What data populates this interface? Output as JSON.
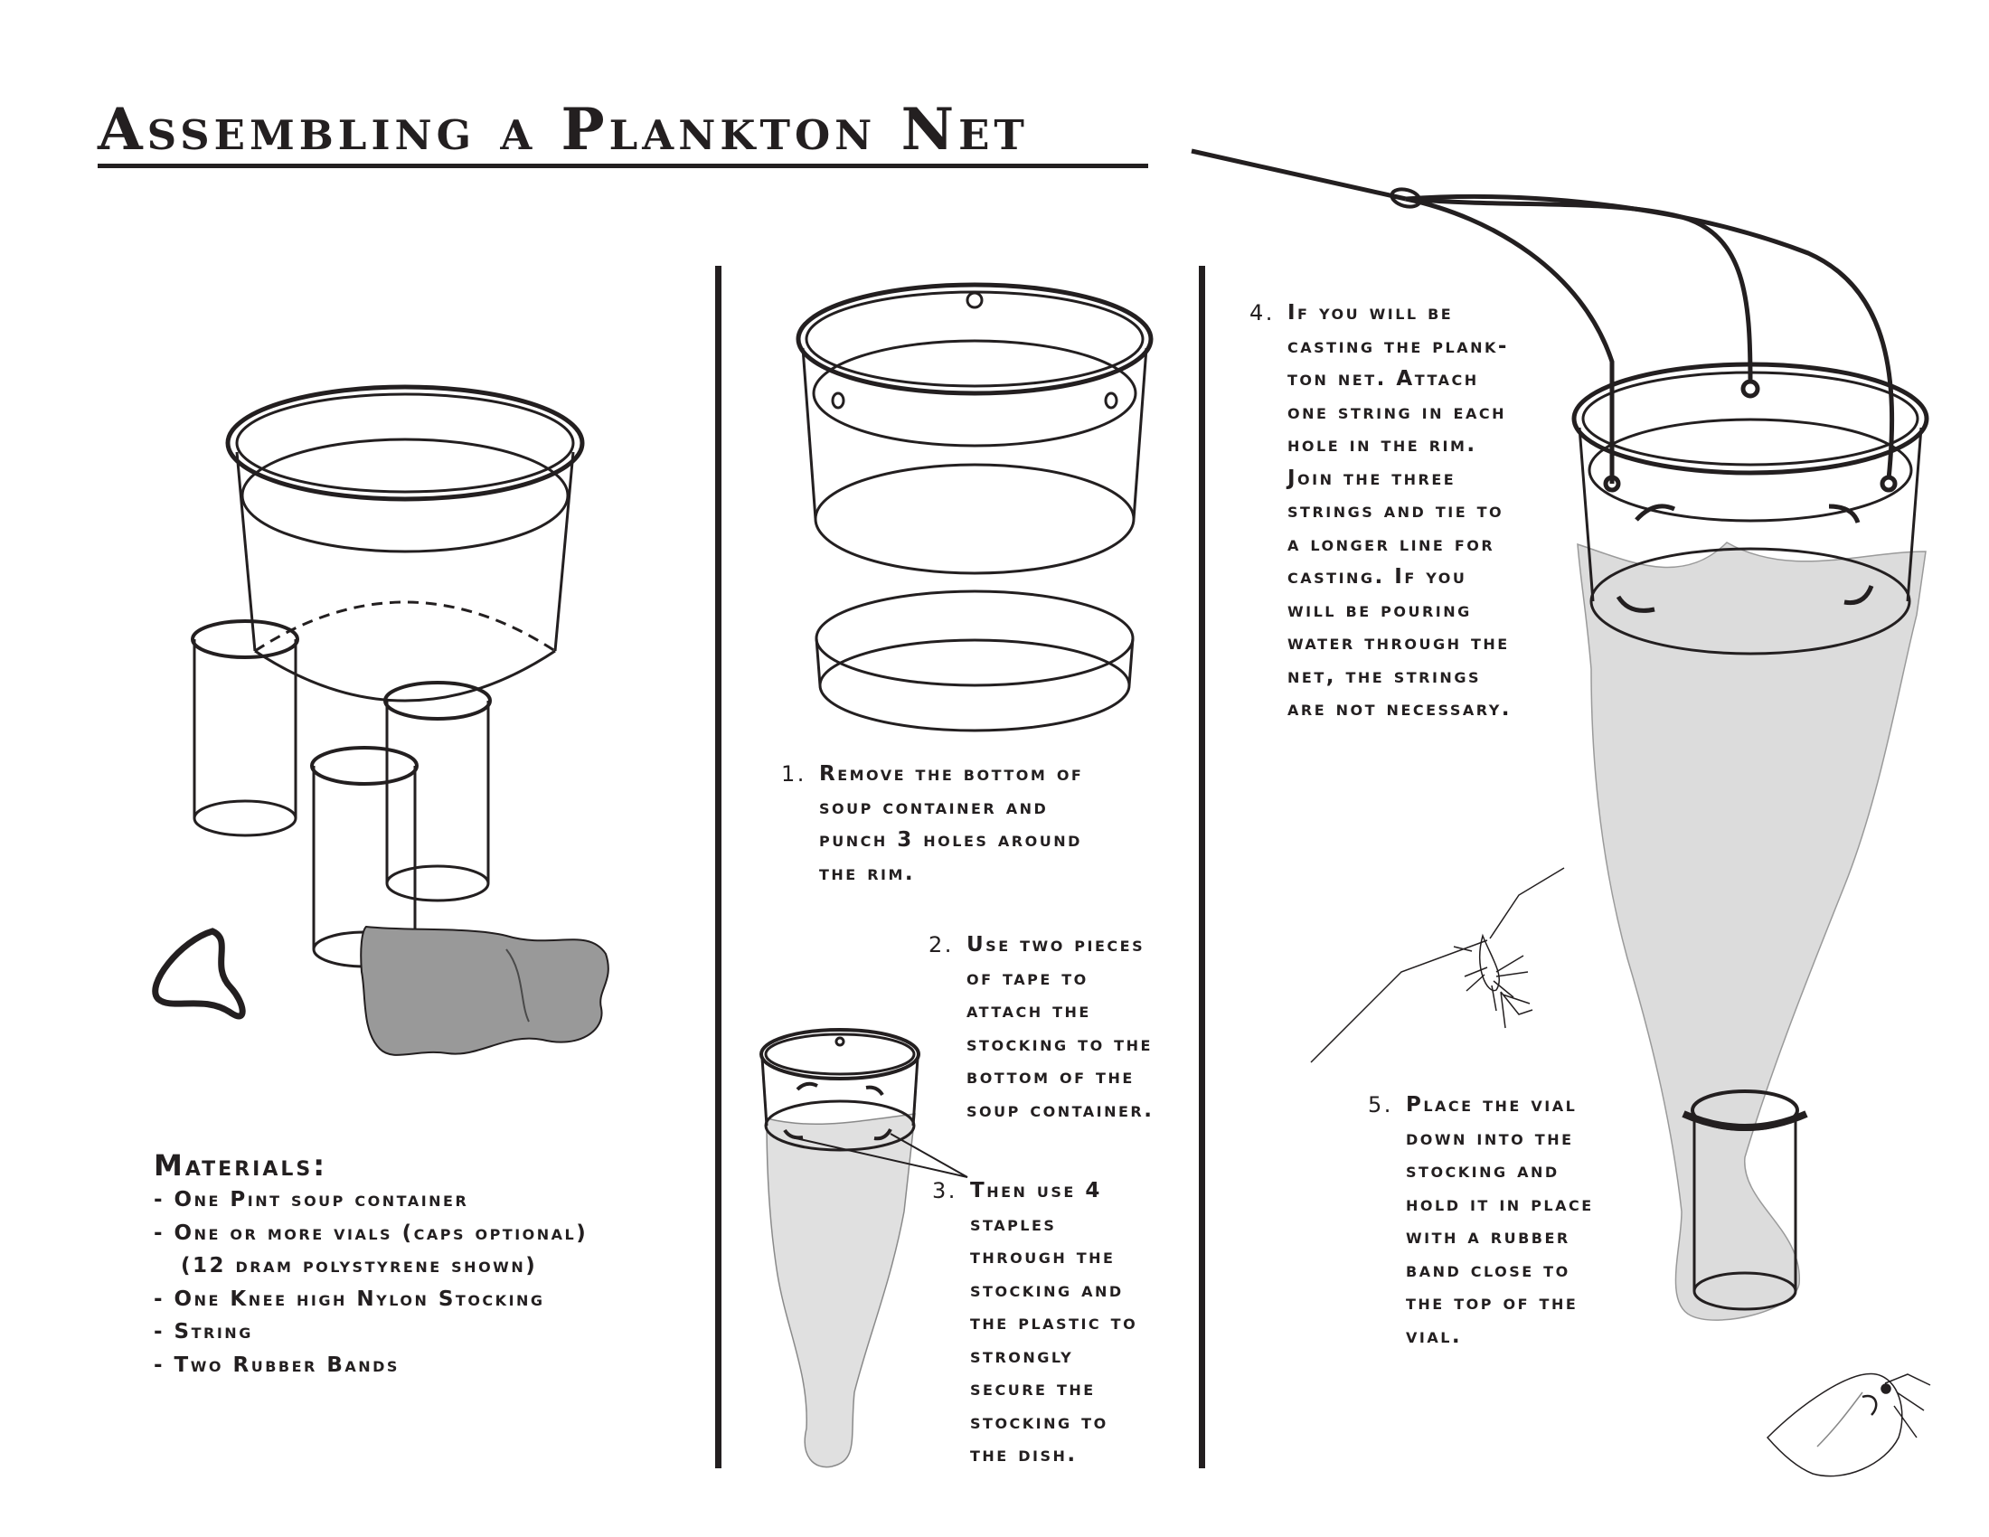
{
  "title": "Assembling a Plankton Net",
  "materials": {
    "heading": "Materials:",
    "items": [
      "- One Pint soup container",
      "- One or more vials (caps optional)",
      "(12 dram polystyrene shown)",
      "- One Knee high Nylon Stocking",
      "- String",
      "- Two Rubber Bands"
    ]
  },
  "steps": [
    {
      "number": "1.",
      "lines": [
        "Remove the bottom of",
        "soup container and",
        "punch 3 holes around",
        "the rim."
      ]
    },
    {
      "number": "2.",
      "lines": [
        "Use two pieces",
        "of tape to",
        "attach the",
        "stocking to the",
        "bottom of the",
        "soup container."
      ]
    },
    {
      "number": "3.",
      "lines": [
        "Then use 4",
        "staples",
        "through the",
        "stocking and",
        "the plastic to",
        "strongly",
        "secure the",
        "stocking to",
        "the dish."
      ]
    },
    {
      "number": "4.",
      "lines": [
        "If you will be",
        "casting the plank-",
        "ton net. Attach",
        "one string in each",
        "hole in the rim.",
        "Join the three",
        "strings and tie to",
        "a longer line for",
        "casting. If you",
        "will be pouring",
        "water through the",
        "net, the strings",
        "are not necessary."
      ]
    },
    {
      "number": "5.",
      "lines": [
        "Place the vial",
        "down into the",
        "stocking and",
        "hold it in place",
        "with a rubber",
        "band close to",
        "the top of the",
        "vial."
      ]
    }
  ]
}
